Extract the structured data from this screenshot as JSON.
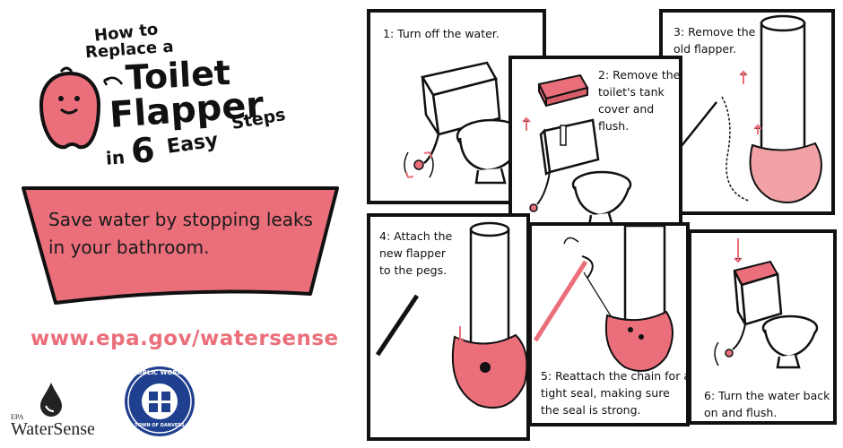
{
  "title": {
    "line1": "How to",
    "line2": "Replace a",
    "word_toilet": "Toilet",
    "word_flapper": "Flapper",
    "word_in": "in",
    "word_six": "6",
    "word_easy": "Easy",
    "word_steps": "Steps"
  },
  "banner": {
    "text": "Save water by stopping leaks in your bathroom."
  },
  "url": "www.epa.gov/watersense",
  "logos": {
    "watersense_prefix": "EPA",
    "watersense_name": "WaterSense",
    "badge_top": "PUBLIC WORKS",
    "badge_bottom": "TOWN OF DANVERS"
  },
  "steps": [
    {
      "caption": "1: Turn off the water."
    },
    {
      "caption": "2: Remove the toilet's tank cover and flush."
    },
    {
      "caption": "3: Remove the old flapper."
    },
    {
      "caption": "4: Attach the new flapper to the pegs."
    },
    {
      "caption": "5: Reattach the chain for a tight seal, making sure the seal is strong."
    },
    {
      "caption": "6: Turn the water back on and flush."
    }
  ],
  "colors": {
    "accent_pink": "#ea6f7b",
    "light_pink": "#f2a1a6",
    "dark": "#111111",
    "badge_blue": "#1f3f8f"
  }
}
